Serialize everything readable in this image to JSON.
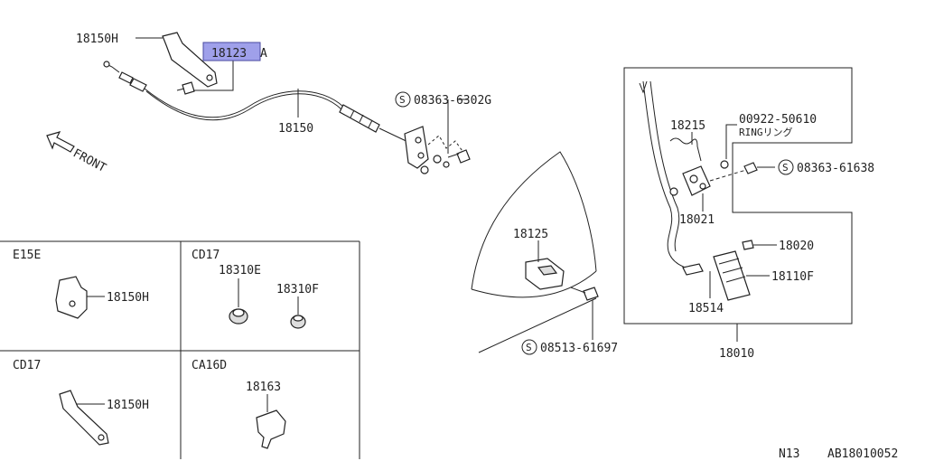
{
  "colors": {
    "line": "#222222",
    "highlight": "#9fa0ea",
    "background": "#ffffff"
  },
  "labels": {
    "p18150H_top": "18150H",
    "p18123": "18123",
    "p18123_suffix": "A",
    "p18150": "18150",
    "p08363_6302G": "08363-6302G",
    "front": "FRONT",
    "p18215": "18215",
    "p00922_50610": "00922-50610",
    "ring": "RINGリング",
    "p08363_61638": "08363-61638",
    "p18021": "18021",
    "p18020": "18020",
    "p18110F": "18110F",
    "p18514": "18514",
    "p18010": "18010",
    "p18125": "18125",
    "p08513_61697": "08513-61697",
    "screw_symbol": "S"
  },
  "variants": {
    "e15e": {
      "title": "E15E",
      "part": "18150H"
    },
    "cd17_top": {
      "title": "CD17",
      "part_a": "18310E",
      "part_b": "18310F"
    },
    "cd17_bottom": {
      "title": "CD17",
      "part": "18150H"
    },
    "ca16d": {
      "title": "CA16D",
      "part": "18163"
    }
  },
  "footer": {
    "code_a": "N13",
    "code_b": "AB18010052"
  }
}
